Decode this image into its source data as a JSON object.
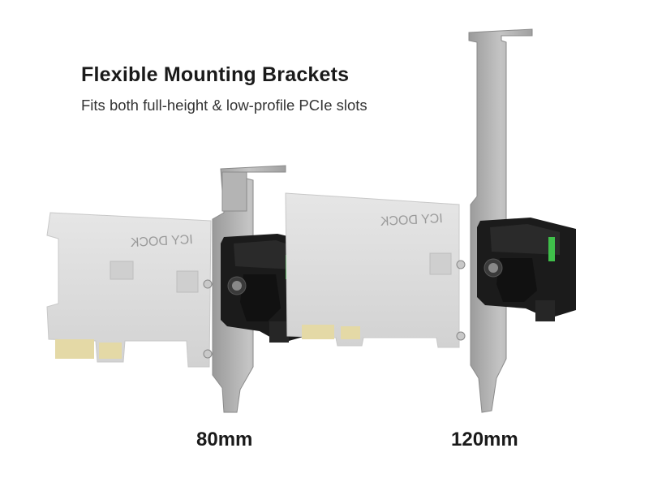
{
  "heading": {
    "title": "Flexible Mounting Brackets",
    "subtitle": "Fits both full-height & low-profile PCIe slots"
  },
  "products": [
    {
      "size_label": "80mm",
      "brand_text": "ICY DOCK"
    },
    {
      "size_label": "120mm",
      "brand_text": "ICY DOCK"
    }
  ],
  "colors": {
    "background": "#ffffff",
    "card_pcb": "#dcdcdc",
    "bracket_metal": "#a9a9a9",
    "module_body": "#1b1b1b",
    "led_green": "#3fbf4a",
    "gold_contacts": "#e4d9a6"
  }
}
